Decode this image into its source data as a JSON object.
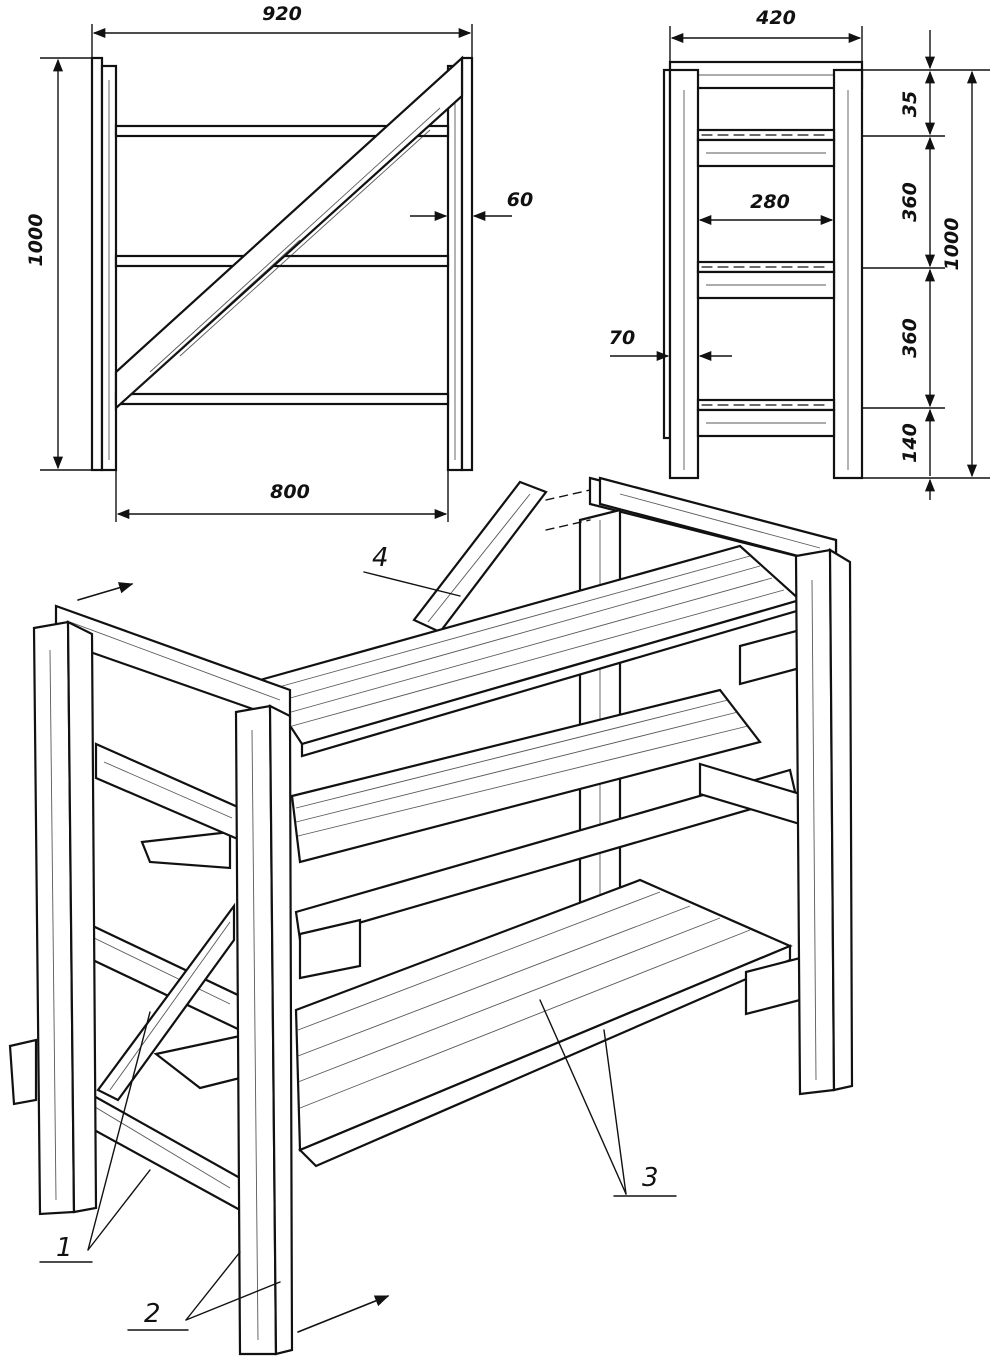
{
  "front_view": {
    "dim_width_total": "920",
    "dim_height": "1000",
    "dim_post_depth": "60",
    "dim_inner_width": "800"
  },
  "side_view": {
    "dim_width_total": "420",
    "dim_inner_width": "280",
    "dim_post_width": "70",
    "dim_top": "35",
    "dim_upper_gap": "360",
    "dim_lower_gap": "360",
    "dim_bottom": "140",
    "dim_height": "1000"
  },
  "callouts": {
    "frame_rail": "1",
    "post": "2",
    "shelf_slats": "3",
    "diagonal_brace": "4"
  }
}
